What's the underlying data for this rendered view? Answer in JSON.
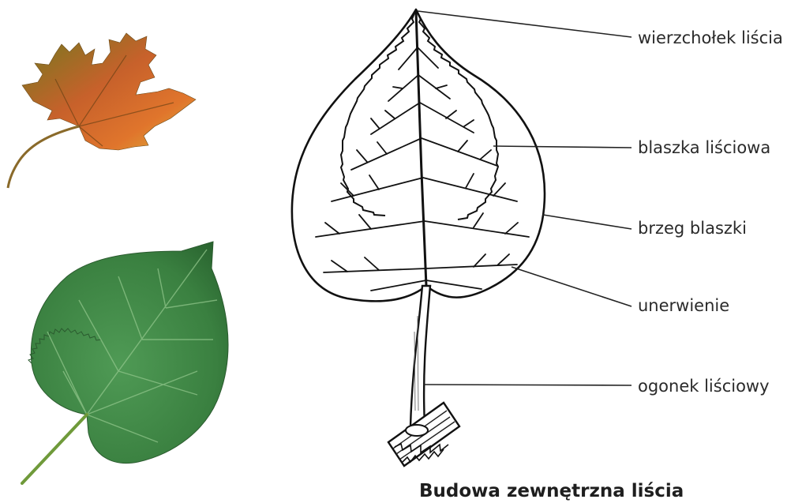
{
  "diagram": {
    "caption": "Budowa zewnętrzna liścia",
    "labels": [
      {
        "id": "apex",
        "text": "wierzchołek liścia"
      },
      {
        "id": "blade",
        "text": "blaszka liściowa"
      },
      {
        "id": "margin",
        "text": "brzeg blaszki"
      },
      {
        "id": "venation",
        "text": "unerwienie"
      },
      {
        "id": "petiole",
        "text": "ogonek liściowy"
      }
    ]
  },
  "colors": {
    "maple_orange": "#d9652a",
    "maple_olive": "#7a7a1c",
    "maple_yellow": "#d8b338",
    "linden_green": "#3f8a45",
    "linden_dark": "#2c6a33",
    "ink": "#222222"
  }
}
